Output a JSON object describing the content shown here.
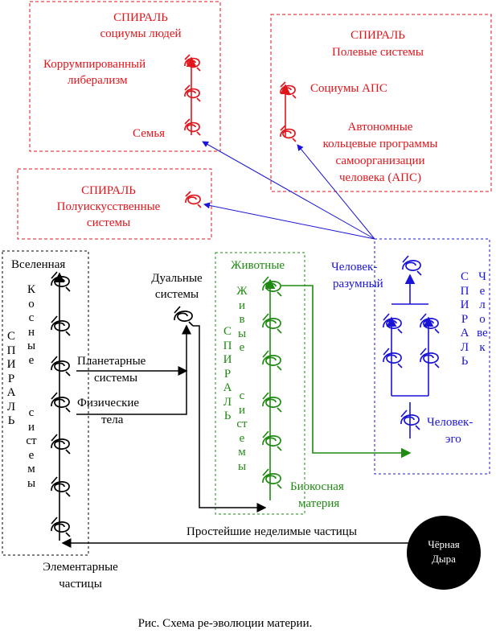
{
  "colors": {
    "red": "#e0161c",
    "blue": "#1a14d6",
    "green": "#1f8a12",
    "black": "#000000"
  },
  "box_people": {
    "title": "СПИРАЛЬ",
    "subtitle": "социумы людей",
    "line1": "Коррумпированный",
    "line2": "либерализм",
    "family": "Семья"
  },
  "box_field": {
    "title": "СПИРАЛЬ",
    "subtitle": "Полевые системы",
    "apps": "Социумы АПС",
    "auto1": "Автономные",
    "auto2": "кольцевые программы",
    "auto3": "самоорганизации",
    "auto4": "человека (АПС)"
  },
  "box_semi": {
    "title": "СПИРАЛЬ",
    "line1": "Полуискусственные",
    "line2": "системы"
  },
  "cosmic": {
    "universe": "Вселенная",
    "vert_spiral": "СПИРАЛЬ",
    "vert_kosnye": "Косные",
    "vert_systems": "системы",
    "elementary1": "Элементарные",
    "elementary2": "частицы"
  },
  "middle": {
    "dual1": "Дуальные",
    "dual2": "системы",
    "planet1": "Планетарные",
    "planet2": "системы",
    "phys1": "Физические",
    "phys2": "тела",
    "simplest": "Простейшие неделимые частицы"
  },
  "living": {
    "animals": "Животные",
    "vert_spiral": "СПИРАЛЬ",
    "vert_zhivye": "Живые",
    "vert_systems": "системы",
    "bio1": "Биокосная",
    "bio2": "материя"
  },
  "human": {
    "sapiens1": "Человек-",
    "sapiens2": "разумный",
    "vert_spiral": "СПИРАЛЬ",
    "vert_human": "Человек",
    "ego1": "Человек-",
    "ego2": "эго"
  },
  "black_hole": {
    "line1": "Чёрная",
    "line2": "Дыра"
  },
  "caption": "Рис. Схема ре-эволюции материи."
}
